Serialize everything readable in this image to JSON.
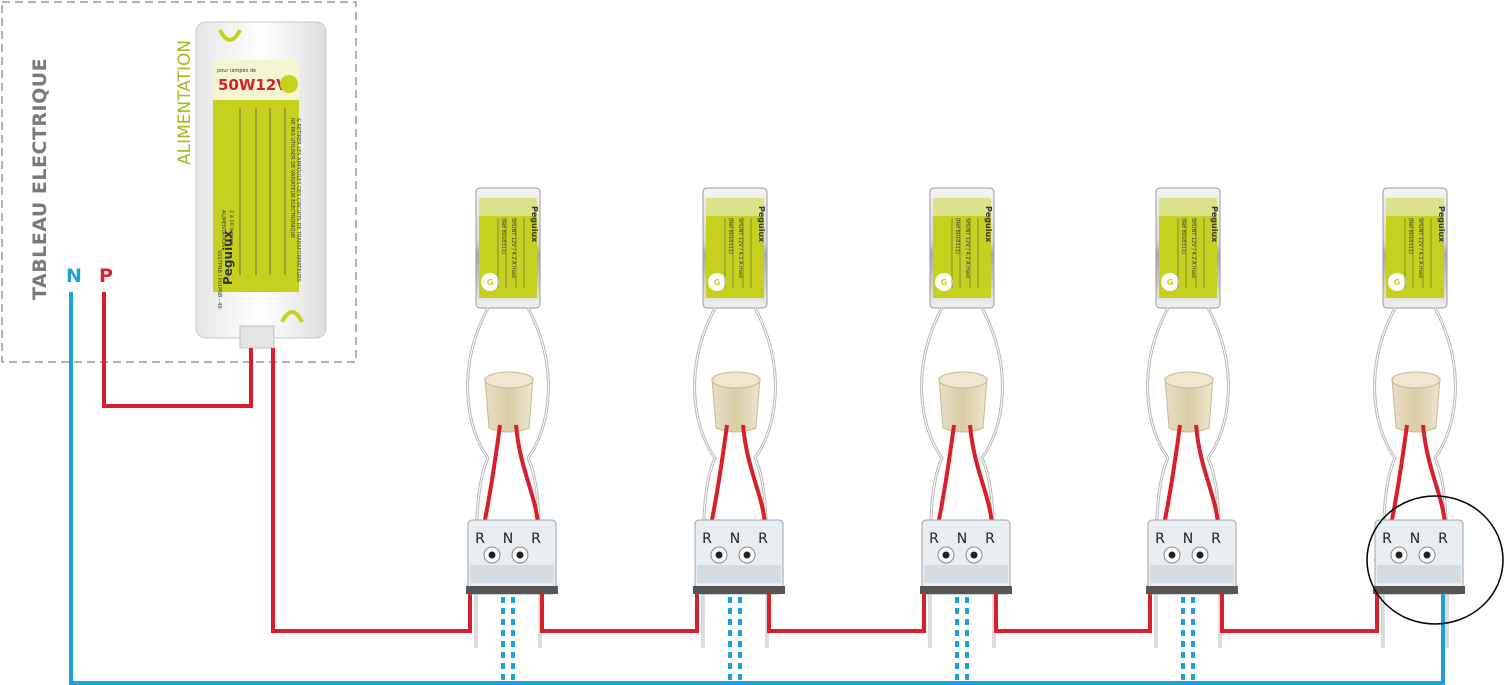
{
  "panel": {
    "title": "TABLEAU ELECTRIQUE",
    "neutral_label": "N",
    "phase_label": "P"
  },
  "power_supply": {
    "side_label": "ALIMENTATION",
    "header_small": "pour lampes de",
    "rating": "50W12V",
    "brand": "Peguiux",
    "body_line1": "ALIMENTATION",
    "body_line2": "2 à 10 lampes",
    "warning_line1": "NE PAS UTILISER DE VARIATEUR ELECTRONIQUE",
    "warning_line2": "& RETIRER LES AMPOULES DES CIRCUITS DE TRANSFORMATEURS",
    "footer": "SS07PNB / P01PNB - 40"
  },
  "transformers": [
    {
      "brand": "Peguiux",
      "line1": "SHUNT 12V / 4.2 A maxi",
      "line2": "(Ref 8018311)"
    },
    {
      "brand": "Peguiux",
      "line1": "SHUNT 12V / 4.2 A maxi",
      "line2": "(Ref 8018311)"
    },
    {
      "brand": "Peguiux",
      "line1": "SHUNT 12V / 4.2 A maxi",
      "line2": "(Ref 8018311)"
    },
    {
      "brand": "Peguiux",
      "line1": "SHUNT 12V / 4.2 A maxi",
      "line2": "(Ref 8018311)"
    },
    {
      "brand": "Peguiux",
      "line1": "SHUNT 12V / 4.2 A maxi",
      "line2": "(Ref 8018311)"
    }
  ],
  "terminal_labels": [
    "R",
    "N",
    "R"
  ],
  "colors": {
    "phase": "#d8202a",
    "neutral": "#1fa0dc",
    "accent_green": "#c5d11e",
    "panel_border": "#999999",
    "highlight_circle": "#000000"
  }
}
